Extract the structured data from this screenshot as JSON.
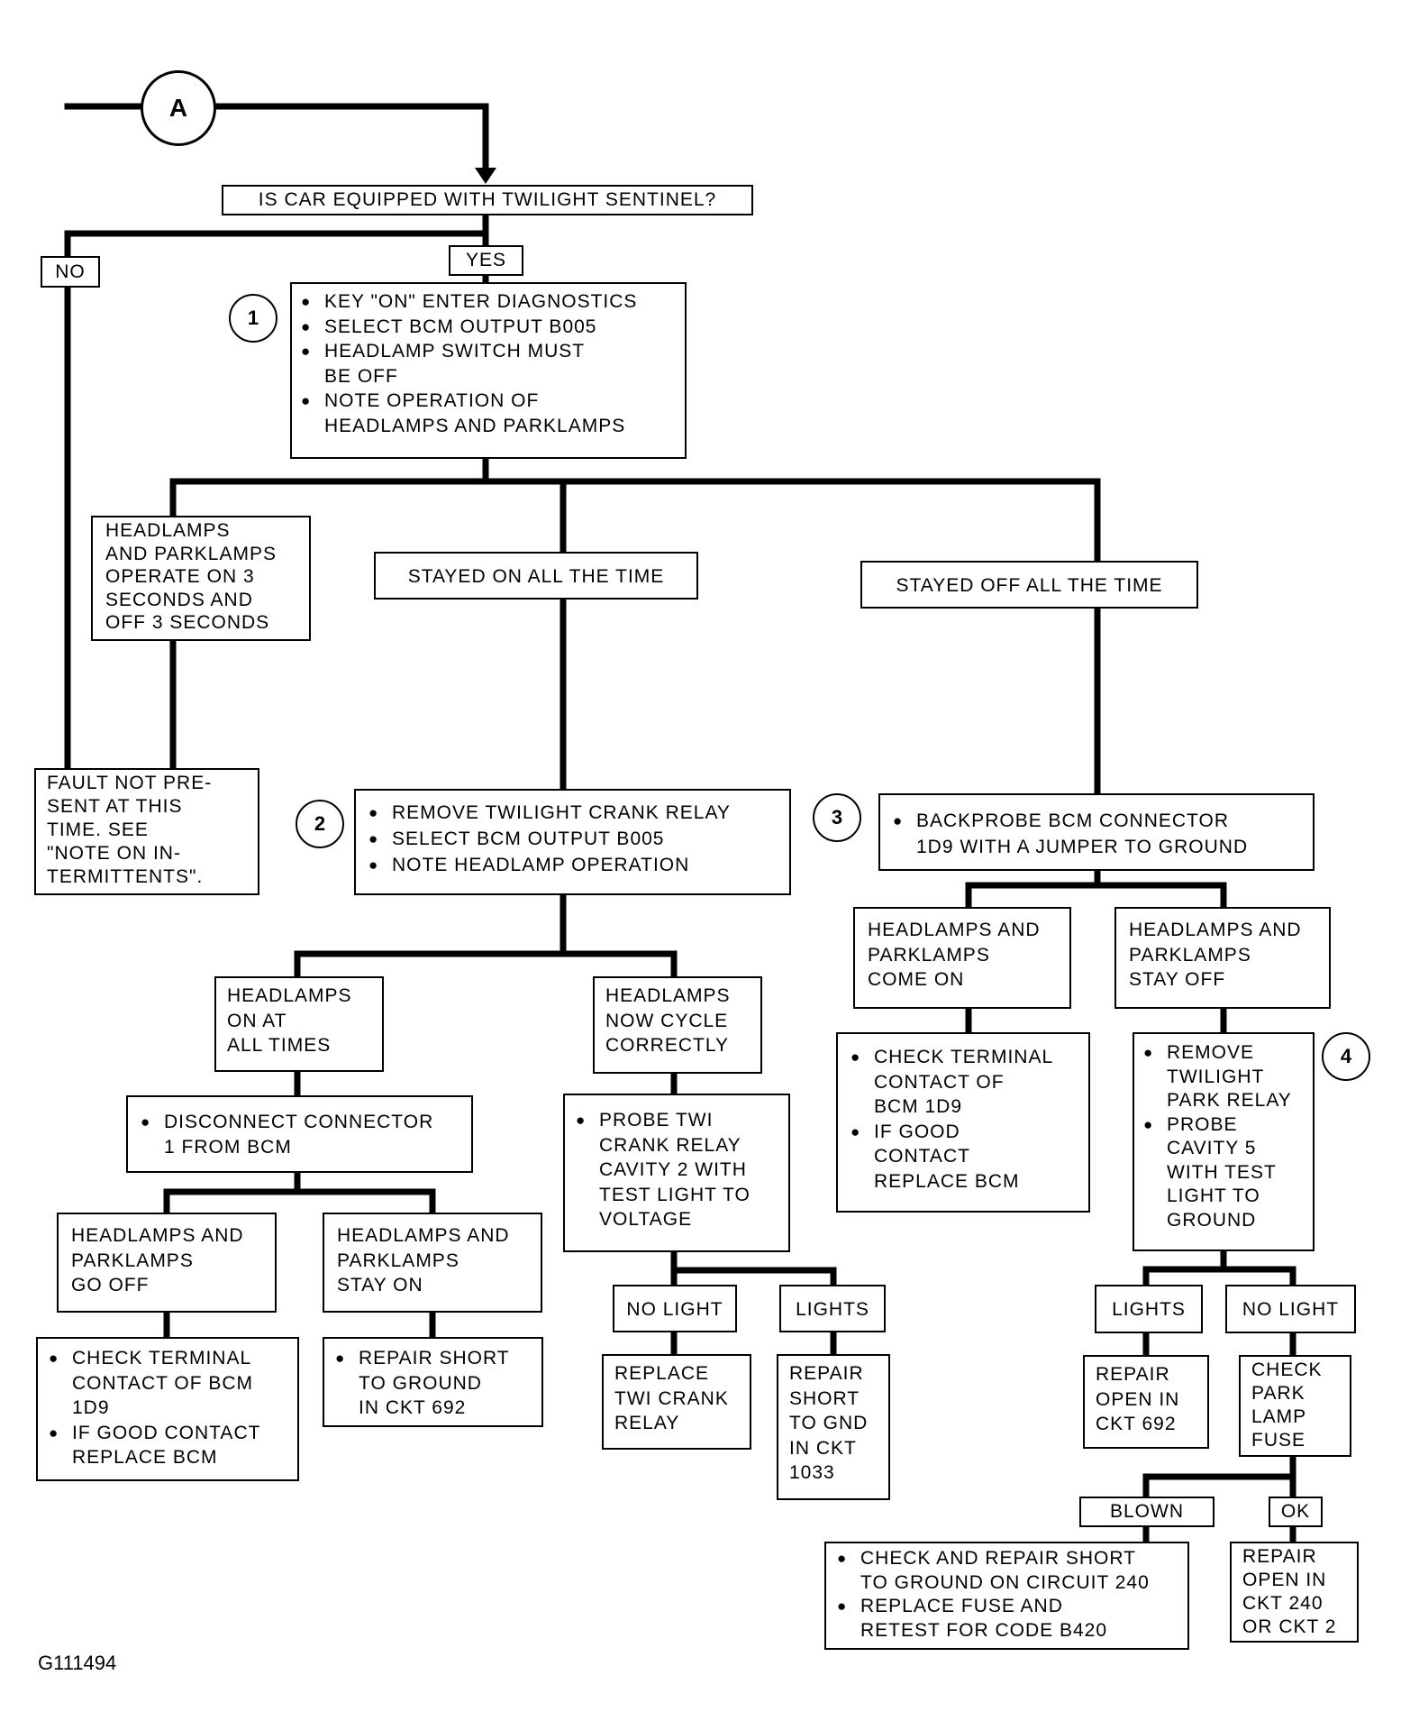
{
  "connector": {
    "label": "A"
  },
  "question": "IS CAR EQUIPPED WITH TWILIGHT SENTINEL?",
  "answers": {
    "yes": "YES",
    "no": "NO"
  },
  "steps": {
    "s1": "1",
    "s2": "2",
    "s3": "3",
    "s4": "4"
  },
  "step1": {
    "items": [
      [
        "KEY \"ON\" ENTER DIAGNOSTICS"
      ],
      [
        "SELECT BCM OUTPUT B005"
      ],
      [
        "HEADLAMP SWITCH MUST",
        "BE OFF"
      ],
      [
        "NOTE OPERATION OF",
        "HEADLAMPS AND PARKLAMPS"
      ]
    ]
  },
  "branch_cycle": [
    "HEADLAMPS",
    "AND PARKLAMPS",
    "OPERATE ON 3",
    "SECONDS AND",
    "OFF 3 SECONDS"
  ],
  "branch_stayed_on": "STAYED ON ALL THE TIME",
  "branch_stayed_off": "STAYED OFF ALL THE TIME",
  "fault_box": [
    "FAULT NOT PRE-",
    "SENT AT THIS",
    "TIME. SEE",
    "\"NOTE ON IN-",
    "TERMITTENTS\"."
  ],
  "step2": {
    "items": [
      [
        "REMOVE TWILIGHT CRANK RELAY"
      ],
      [
        "SELECT BCM OUTPUT B005"
      ],
      [
        "NOTE HEADLAMP OPERATION"
      ]
    ]
  },
  "step3": {
    "items": [
      [
        "BACKPROBE BCM CONNECTOR",
        "1D9 WITH A JUMPER TO GROUND"
      ]
    ]
  },
  "on_at_all_times": [
    "HEADLAMPS",
    "ON AT",
    "ALL TIMES"
  ],
  "now_cycle": [
    "HEADLAMPS",
    "NOW CYCLE",
    "CORRECTLY"
  ],
  "disconnect": {
    "items": [
      [
        "DISCONNECT CONNECTOR",
        "1 FROM BCM"
      ]
    ]
  },
  "probe_twi": {
    "items": [
      [
        "PROBE TWI",
        "CRANK RELAY",
        "CAVITY 2 WITH",
        "TEST LIGHT TO",
        "VOLTAGE"
      ]
    ]
  },
  "go_off": [
    "HEADLAMPS AND",
    "PARKLAMPS",
    "GO OFF"
  ],
  "stay_on": [
    "HEADLAMPS AND",
    "PARKLAMPS",
    "STAY ON"
  ],
  "check_terminal_left": {
    "items": [
      [
        "CHECK TERMINAL",
        "CONTACT OF BCM",
        "1D9"
      ],
      [
        "IF GOOD CONTACT",
        "REPLACE BCM"
      ]
    ]
  },
  "repair_short_692": {
    "items": [
      [
        "REPAIR SHORT",
        "TO GROUND",
        "IN CKT 692"
      ]
    ]
  },
  "no_light_mid": "NO LIGHT",
  "lights_mid": "LIGHTS",
  "replace_relay": [
    "REPLACE",
    "TWI CRANK",
    "RELAY"
  ],
  "repair_short_1033": [
    "REPAIR",
    "SHORT",
    "TO GND",
    "IN CKT",
    "1033"
  ],
  "come_on": [
    "HEADLAMPS AND",
    "PARKLAMPS",
    "COME ON"
  ],
  "stay_off": [
    "HEADLAMPS AND",
    "PARKLAMPS",
    "STAY OFF"
  ],
  "check_terminal_right": {
    "items": [
      [
        "CHECK TERMINAL",
        "CONTACT OF",
        "BCM 1D9"
      ],
      [
        "IF GOOD",
        "CONTACT",
        "REPLACE BCM"
      ]
    ]
  },
  "step4": {
    "items": [
      [
        "REMOVE",
        "TWILIGHT",
        "PARK RELAY"
      ],
      [
        "PROBE",
        "CAVITY 5",
        "WITH TEST",
        "LIGHT TO",
        "GROUND"
      ]
    ]
  },
  "lights_right": "LIGHTS",
  "no_light_right": "NO LIGHT",
  "repair_open_692": [
    "REPAIR",
    "OPEN IN",
    "CKT 692"
  ],
  "check_fuse": [
    "CHECK",
    "PARK",
    "LAMP",
    "FUSE"
  ],
  "blown": "BLOWN",
  "ok": "OK",
  "check_repair_240": {
    "items": [
      [
        "CHECK AND REPAIR SHORT",
        "TO GROUND ON CIRCUIT 240"
      ],
      [
        "REPLACE FUSE AND",
        "RETEST FOR CODE B420"
      ]
    ]
  },
  "repair_open_240": [
    "REPAIR",
    "OPEN IN",
    "CKT 240",
    "OR CKT 2"
  ],
  "figure_id": "G111494"
}
